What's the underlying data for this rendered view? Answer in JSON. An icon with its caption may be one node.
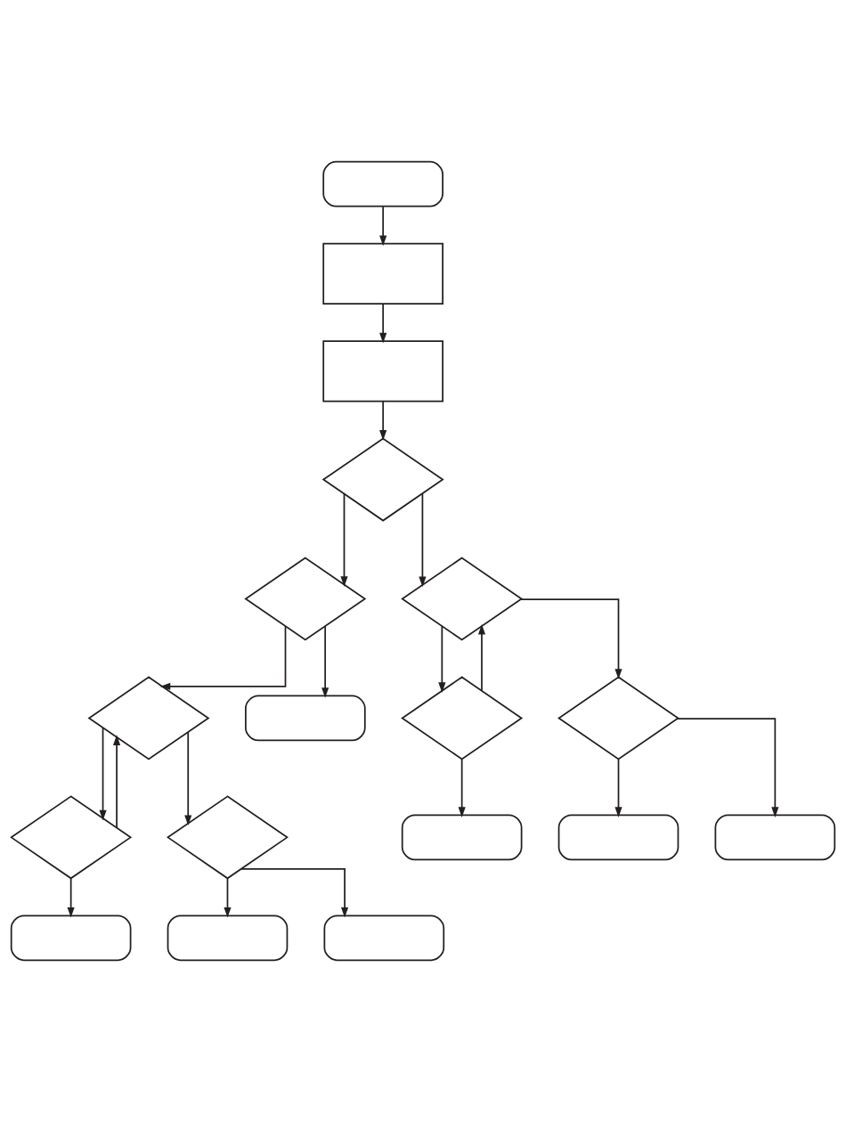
{
  "diagram": {
    "nodes": [
      {
        "text": [],
        "shape": "box"
      },
      {
        "text": [],
        "shape": "box"
      },
      {
        "text": [],
        "shape": "box"
      },
      {
        "text": [],
        "shape": "diamond"
      },
      {
        "text": [],
        "shape": "diamond"
      },
      {
        "text": [],
        "shape": "diamond"
      },
      {
        "text": [],
        "shape": "diamond"
      },
      {
        "text": [],
        "shape": "diamond"
      },
      {
        "text": [],
        "shape": "diamond"
      },
      {
        "text": [],
        "shape": "diamond"
      },
      {
        "text": [],
        "shape": "box"
      },
      {
        "text": [],
        "shape": "box"
      },
      {
        "text": [],
        "shape": "diamond"
      },
      {
        "text": [],
        "shape": "box"
      },
      {
        "text": [],
        "shape": "box"
      },
      {
        "text": [],
        "shape": "box"
      },
      {
        "text": [],
        "shape": "box"
      },
      {
        "text": [],
        "shape": "box"
      }
    ],
    "edges": [
      {
        "from": 0,
        "to": 1,
        "arrow": "to"
      },
      {
        "from": 1,
        "to": 2,
        "arrow": "to"
      },
      {
        "from": 2,
        "to": 3,
        "arrow": "to"
      },
      {
        "from": 3,
        "to": 4,
        "arrow": "to"
      },
      {
        "from": 3,
        "to": 5,
        "arrow": "to"
      },
      {
        "from": 4,
        "to": 6,
        "arrow": "to"
      },
      {
        "from": 4,
        "to": 10,
        "arrow": "to"
      },
      {
        "from": 5,
        "to": 7,
        "arrow": "to"
      },
      {
        "from": 5,
        "to": 8,
        "arrow": "to"
      },
      {
        "from": 7,
        "to": 5,
        "arrow": "to"
      },
      {
        "from": 7,
        "to": 11,
        "arrow": "to"
      },
      {
        "from": 6,
        "to": 9,
        "arrow": "to"
      },
      {
        "from": 6,
        "to": 12,
        "arrow": "to"
      },
      {
        "from": 9,
        "to": 6,
        "arrow": "to"
      },
      {
        "from": 9,
        "to": 15,
        "arrow": "to"
      },
      {
        "from": 12,
        "to": 17,
        "arrow": "to"
      },
      {
        "from": 12,
        "to": 16,
        "arrow": "to"
      },
      {
        "from": 8,
        "to": 13,
        "arrow": "to"
      },
      {
        "from": 8,
        "to": 14,
        "arrow": "to"
      }
    ]
  }
}
